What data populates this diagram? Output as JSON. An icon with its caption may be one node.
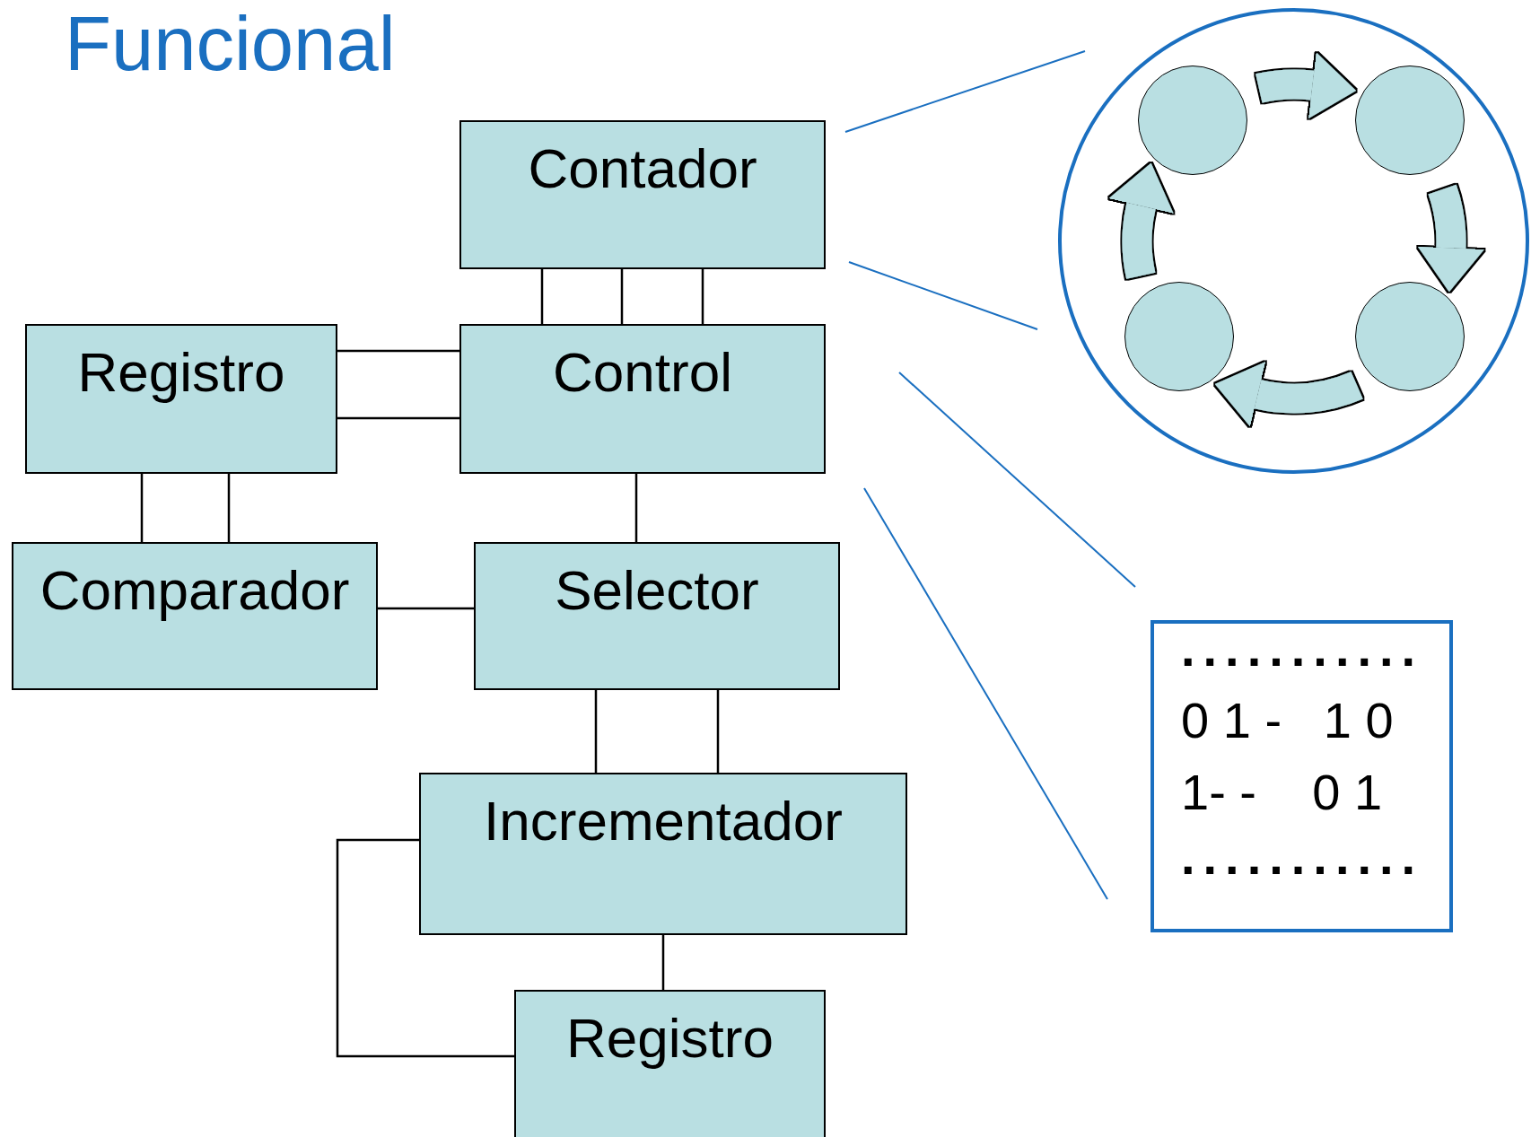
{
  "diagram": {
    "title": "Funcional",
    "nodes": [
      {
        "text": [
          "Contador"
        ]
      },
      {
        "text": [
          "Registro"
        ]
      },
      {
        "text": [
          "Control"
        ]
      },
      {
        "text": [
          "Comparador"
        ]
      },
      {
        "text": [
          "Selector"
        ]
      },
      {
        "text": [
          "Incrementador"
        ]
      },
      {
        "text": [
          "Registro"
        ]
      },
      {
        "text": [],
        "shape": "circle"
      },
      {
        "text": [],
        "shape": "circle",
        "in": 7
      },
      {
        "text": [],
        "shape": "circle",
        "in": 7
      },
      {
        "text": [],
        "shape": "circle",
        "in": 7
      },
      {
        "text": [],
        "shape": "circle",
        "in": 7
      },
      {
        "text": [
          "...........",
          "0 1 -   1 0",
          "1- -    0 1",
          "..........."
        ]
      }
    ],
    "edges": [
      {
        "from": 0,
        "to": 2,
        "arrow": "none"
      },
      {
        "from": 0,
        "to": 2,
        "arrow": "none"
      },
      {
        "from": 0,
        "to": 2,
        "arrow": "none"
      },
      {
        "from": 1,
        "to": 2,
        "arrow": "none"
      },
      {
        "from": 1,
        "to": 2,
        "arrow": "none"
      },
      {
        "from": 1,
        "to": 3,
        "arrow": "none"
      },
      {
        "from": 1,
        "to": 3,
        "arrow": "none"
      },
      {
        "from": 2,
        "to": 4,
        "arrow": "none"
      },
      {
        "from": 3,
        "to": 4,
        "arrow": "none"
      },
      {
        "from": 4,
        "to": 5,
        "arrow": "none"
      },
      {
        "from": 4,
        "to": 5,
        "arrow": "none"
      },
      {
        "from": 5,
        "to": 6,
        "arrow": "none"
      },
      {
        "from": 5,
        "to": 6,
        "arrow": "none"
      },
      {
        "from": 8,
        "to": 9,
        "arrow": "to",
        "style": "thick",
        "color": "#b9dfe2"
      },
      {
        "from": 9,
        "to": 11,
        "arrow": "to",
        "style": "thick",
        "color": "#b9dfe2"
      },
      {
        "from": 11,
        "to": 10,
        "arrow": "to",
        "style": "thick",
        "color": "#b9dfe2"
      },
      {
        "from": 10,
        "to": 8,
        "arrow": "to",
        "style": "thick",
        "color": "#b9dfe2"
      }
    ]
  }
}
